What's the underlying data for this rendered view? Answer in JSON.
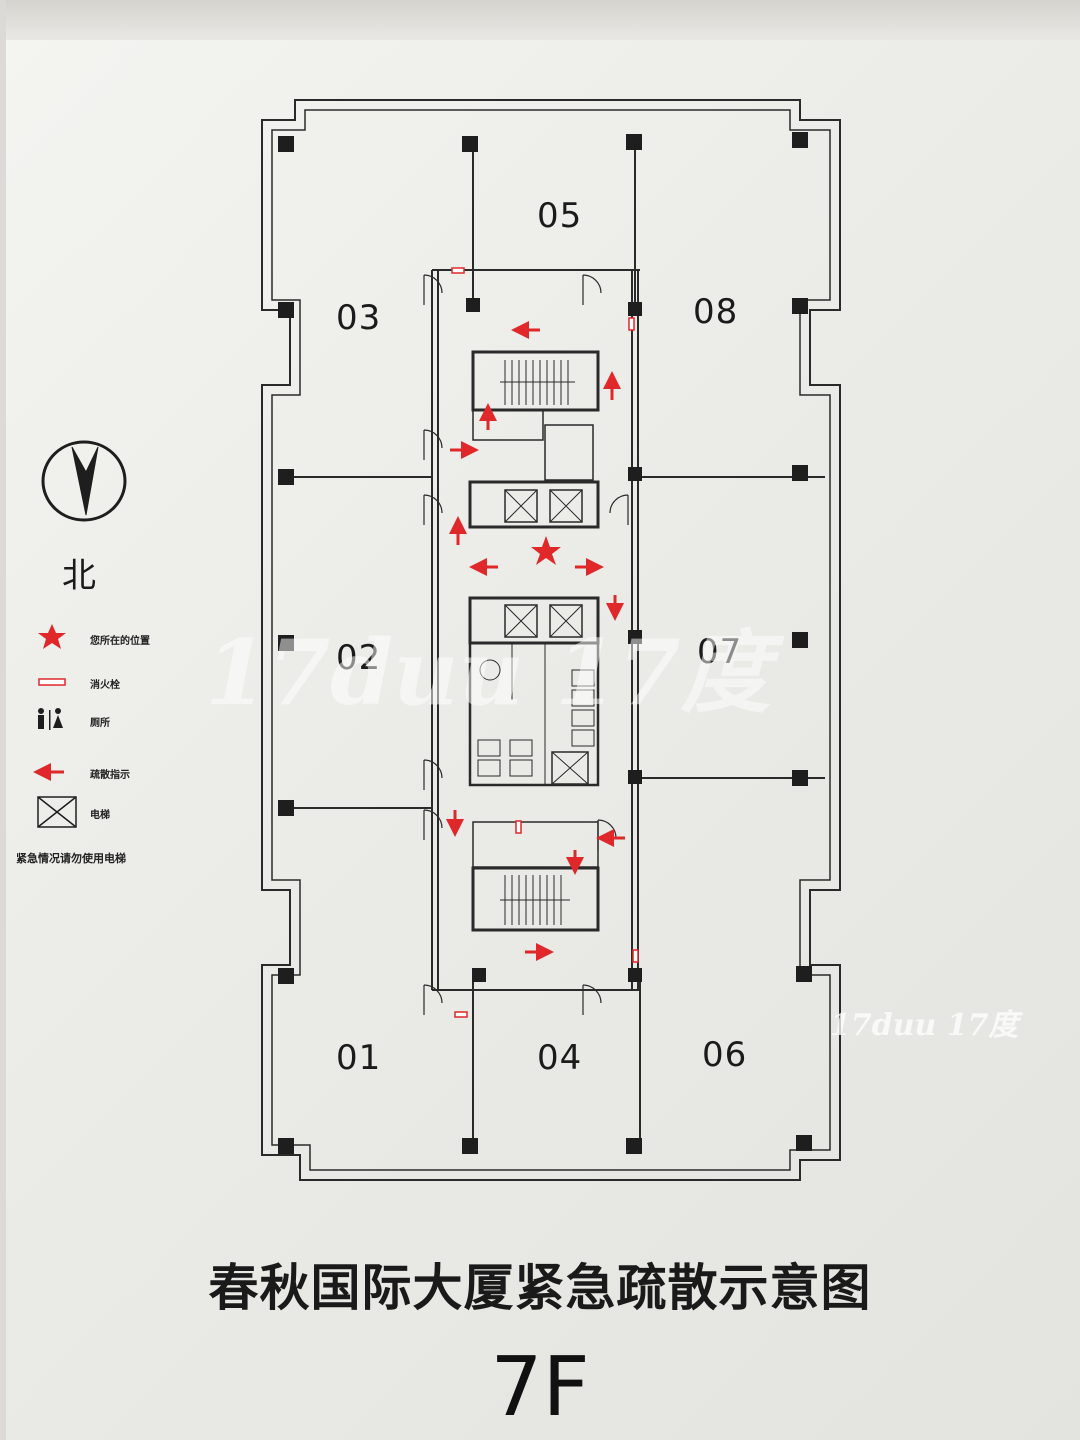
{
  "rooms": {
    "r05": "05",
    "r03": "03",
    "r08": "08",
    "r02": "02",
    "r07": "07",
    "r01": "01",
    "r04": "04",
    "r06": "06"
  },
  "north": "北",
  "legend": {
    "you_are_here": "您所在的位置",
    "hydrant": "消火栓",
    "toilet": "厕所",
    "evacuation": "疏散指示",
    "elevator": "电梯",
    "note": "紧急情况请勿使用电梯"
  },
  "title": "春秋国际大厦紧急疏散示意图",
  "floor": "7F",
  "watermark": {
    "large": "17duu 17度",
    "small": "17duu 17度"
  },
  "colors": {
    "wall": "#2a2a2a",
    "evacuation_red": "#e0282b",
    "background": "#ececE8"
  }
}
